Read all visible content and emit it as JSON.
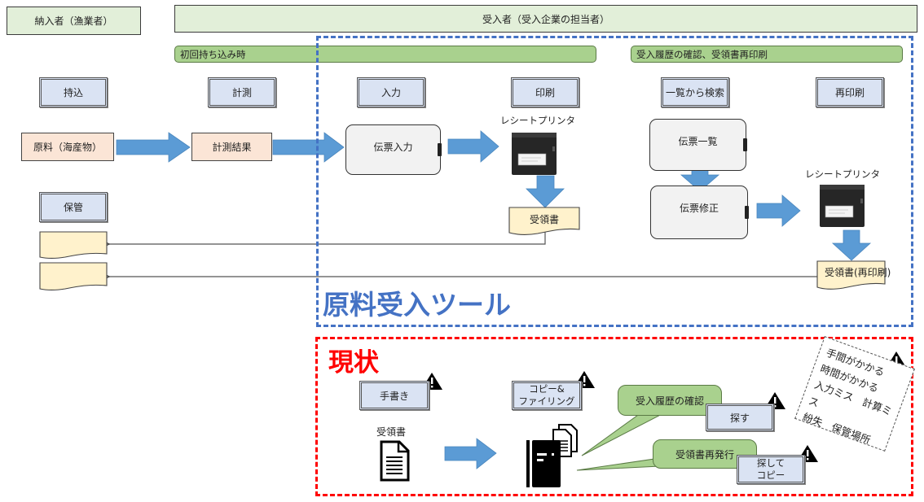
{
  "lanes": {
    "supplier": "納入者（漁業者）",
    "receiver": "受入者（受入企業の担当者）"
  },
  "phases": {
    "first_delivery": "初回持ち込み時",
    "history": "受入履歴の確認、受領書再印刷"
  },
  "steps": {
    "bring": "持込",
    "measure": "計測",
    "input": "入力",
    "print": "印刷",
    "search": "一覧から検索",
    "reprint": "再印刷",
    "storage": "保管"
  },
  "items": {
    "raw_material": "原料（海産物）",
    "measure_result": "計測結果"
  },
  "tablets": {
    "slip_input": "伝票入力",
    "slip_list": "伝票一覧",
    "slip_edit": "伝票修正"
  },
  "printers": {
    "label": "レシートプリンタ"
  },
  "documents": {
    "receipt": "受領書",
    "receipt_reprint": "受領書(再印刷)"
  },
  "tool_box": {
    "title": "原料受入ツール",
    "color": "#4472c4"
  },
  "current_box": {
    "title": "現状",
    "color": "#ff0000",
    "handwriting": "手書き",
    "copy_filing_line1": "コピー&",
    "copy_filing_line2": "ファイリング",
    "receipt_label": "受領書",
    "bubble_history": "受入履歴の確認",
    "bubble_reissue": "受領書再発行",
    "search": "探す",
    "search_copy_line1": "探して",
    "search_copy_line2": "コピー",
    "issues": [
      "手間がかかる",
      "時間がかかる",
      "入力ミス　計算ミス",
      "紛失　保管場所"
    ]
  },
  "colors": {
    "arrow": "#5b9bd5",
    "lane_fill": "#e2efd9",
    "phase_fill": "#a9d18e",
    "step_fill": "#dae3f3",
    "item_fill": "#fbe5d6",
    "doc_fill": "#fff2cc"
  }
}
